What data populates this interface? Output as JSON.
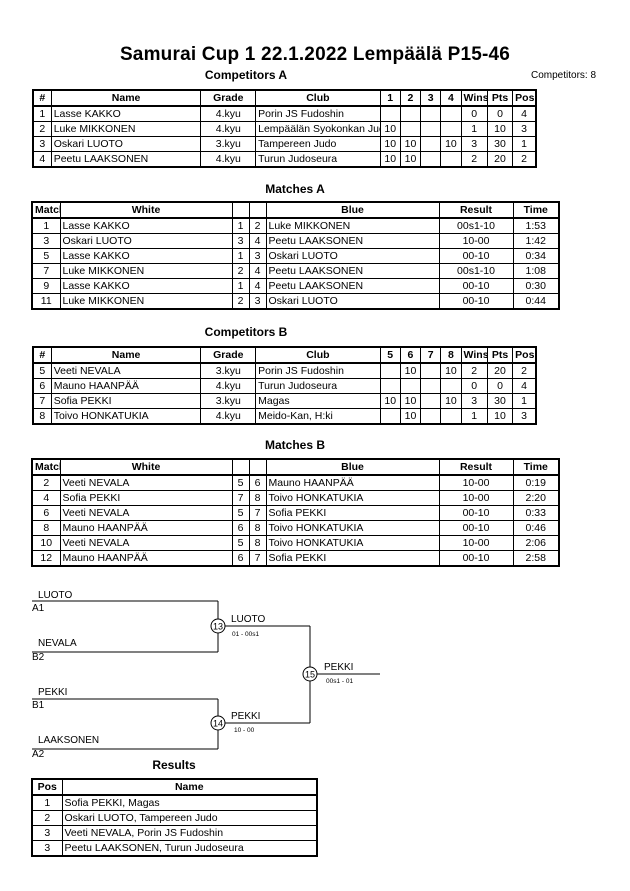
{
  "header": {
    "title": "Samurai Cup 1  22.1.2022  Lempäälä   P15-46",
    "competitors_count": "Competitors: 8"
  },
  "competitors_a": {
    "title": "Competitors A",
    "headers": [
      "#",
      "Name",
      "Grade",
      "Club",
      "1",
      "2",
      "3",
      "4",
      "Wins",
      "Pts",
      "Pos"
    ],
    "rows": [
      [
        "1",
        "Lasse KAKKO",
        "4.kyu",
        "Porin JS Fudoshin",
        "",
        "",
        "",
        "",
        "0",
        "0",
        "4"
      ],
      [
        "2",
        "Luke MIKKONEN",
        "4.kyu",
        "Lempäälän Syokonkan Judo",
        "10",
        "",
        "",
        "",
        "1",
        "10",
        "3"
      ],
      [
        "3",
        "Oskari LUOTO",
        "3.kyu",
        "Tampereen Judo",
        "10",
        "10",
        "",
        "10",
        "3",
        "30",
        "1"
      ],
      [
        "4",
        "Peetu LAAKSONEN",
        "4.kyu",
        "Turun Judoseura",
        "10",
        "10",
        "",
        "",
        "2",
        "20",
        "2"
      ]
    ]
  },
  "matches_a": {
    "title": "Matches A",
    "headers": [
      "Match",
      "White",
      "",
      "",
      "Blue",
      "Result",
      "Time"
    ],
    "rows": [
      [
        "1",
        "Lasse KAKKO",
        "1",
        "2",
        "Luke MIKKONEN",
        "00s1-10",
        "1:53"
      ],
      [
        "3",
        "Oskari LUOTO",
        "3",
        "4",
        "Peetu LAAKSONEN",
        "10-00",
        "1:42"
      ],
      [
        "5",
        "Lasse KAKKO",
        "1",
        "3",
        "Oskari LUOTO",
        "00-10",
        "0:34"
      ],
      [
        "7",
        "Luke MIKKONEN",
        "2",
        "4",
        "Peetu LAAKSONEN",
        "00s1-10",
        "1:08"
      ],
      [
        "9",
        "Lasse KAKKO",
        "1",
        "4",
        "Peetu LAAKSONEN",
        "00-10",
        "0:30"
      ],
      [
        "11",
        "Luke MIKKONEN",
        "2",
        "3",
        "Oskari LUOTO",
        "00-10",
        "0:44"
      ]
    ]
  },
  "competitors_b": {
    "title": "Competitors B",
    "headers": [
      "#",
      "Name",
      "Grade",
      "Club",
      "5",
      "6",
      "7",
      "8",
      "Wins",
      "Pts",
      "Pos"
    ],
    "rows": [
      [
        "5",
        "Veeti NEVALA",
        "3.kyu",
        "Porin JS Fudoshin",
        "",
        "10",
        "",
        "10",
        "2",
        "20",
        "2"
      ],
      [
        "6",
        "Mauno HAANPÄÄ",
        "4.kyu",
        "Turun Judoseura",
        "",
        "",
        "",
        "",
        "0",
        "0",
        "4"
      ],
      [
        "7",
        "Sofia PEKKI",
        "3.kyu",
        "Magas",
        "10",
        "10",
        "",
        "10",
        "3",
        "30",
        "1"
      ],
      [
        "8",
        "Toivo HONKATUKIA",
        "4.kyu",
        "Meido-Kan, H:ki",
        "",
        "10",
        "",
        "",
        "1",
        "10",
        "3"
      ]
    ]
  },
  "matches_b": {
    "title": "Matches B",
    "headers": [
      "Match",
      "White",
      "",
      "",
      "Blue",
      "Result",
      "Time"
    ],
    "rows": [
      [
        "2",
        "Veeti NEVALA",
        "5",
        "6",
        "Mauno HAANPÄÄ",
        "10-00",
        "0:19"
      ],
      [
        "4",
        "Sofia PEKKI",
        "7",
        "8",
        "Toivo HONKATUKIA",
        "10-00",
        "2:20"
      ],
      [
        "6",
        "Veeti NEVALA",
        "5",
        "7",
        "Sofia PEKKI",
        "00-10",
        "0:33"
      ],
      [
        "8",
        "Mauno HAANPÄÄ",
        "6",
        "8",
        "Toivo HONKATUKIA",
        "00-10",
        "0:46"
      ],
      [
        "10",
        "Veeti NEVALA",
        "5",
        "8",
        "Toivo HONKATUKIA",
        "10-00",
        "2:06"
      ],
      [
        "12",
        "Mauno HAANPÄÄ",
        "6",
        "7",
        "Sofia PEKKI",
        "00-10",
        "2:58"
      ]
    ]
  },
  "bracket": {
    "sf1_top_name": "LUOTO",
    "sf1_top_seed": "A1",
    "sf1_bottom_name": "NEVALA",
    "sf1_bottom_seed": "B2",
    "sf1_match": "13",
    "sf1_winner": "LUOTO",
    "sf1_score": "01 - 00s1",
    "sf2_top_name": "PEKKI",
    "sf2_top_seed": "B1",
    "sf2_bottom_name": "LAAKSONEN",
    "sf2_bottom_seed": "A2",
    "sf2_match": "14",
    "sf2_winner": "PEKKI",
    "sf2_score": "10 - 00",
    "final_match": "15",
    "final_winner": "PEKKI",
    "final_score": "00s1 - 01"
  },
  "results": {
    "title": "Results",
    "headers": [
      "Pos",
      "Name"
    ],
    "rows": [
      [
        "1",
        "Sofia PEKKI, Magas"
      ],
      [
        "2",
        "Oskari LUOTO, Tampereen Judo"
      ],
      [
        "3",
        "Veeti NEVALA, Porin JS Fudoshin"
      ],
      [
        "3",
        "Peetu LAAKSONEN, Turun Judoseura"
      ]
    ]
  }
}
